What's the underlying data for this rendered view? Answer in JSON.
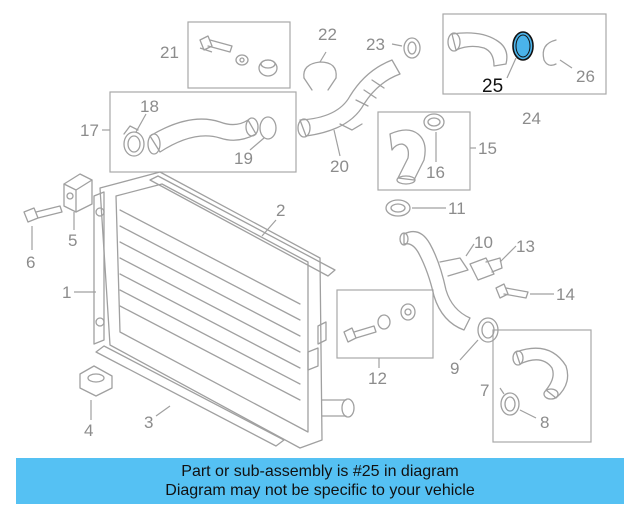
{
  "diagram": {
    "highlighted_part": "25",
    "highlight_color": "#4ab3ea",
    "callouts": [
      "1",
      "2",
      "3",
      "4",
      "5",
      "6",
      "7",
      "8",
      "9",
      "10",
      "11",
      "12",
      "13",
      "14",
      "15",
      "16",
      "17",
      "18",
      "19",
      "20",
      "21",
      "22",
      "23",
      "24",
      "25",
      "26"
    ]
  },
  "banner": {
    "line1": "Part or sub-assembly is #25 in diagram",
    "line2": "Diagram may not be specific to your vehicle",
    "background": "#55c1f3"
  }
}
